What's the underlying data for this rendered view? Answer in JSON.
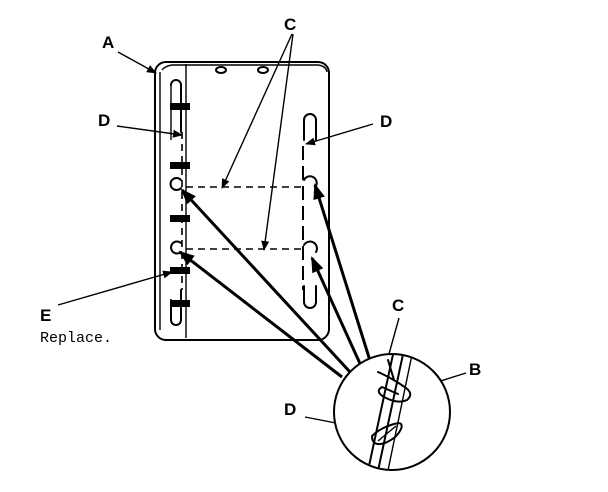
{
  "labels": {
    "a": "A",
    "b": "B",
    "c_top": "C",
    "c_detail": "C",
    "d_left": "D",
    "d_right": "D",
    "d_detail": "D",
    "e": "E"
  },
  "note": "Replace."
}
